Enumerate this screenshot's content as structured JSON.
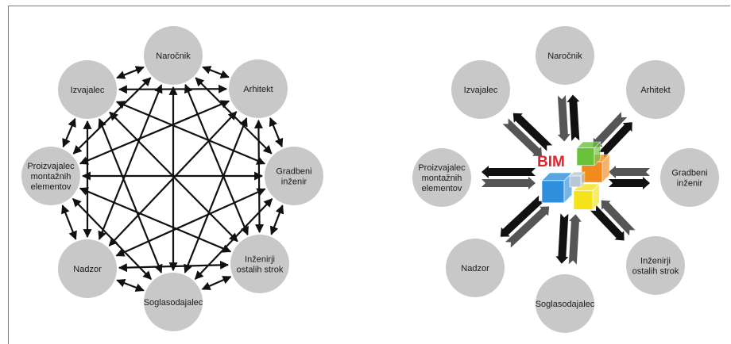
{
  "left_diagram": {
    "nodes": [
      {
        "id": "narocnik",
        "lines": [
          "Naročnik"
        ]
      },
      {
        "id": "arhitekt",
        "lines": [
          "Arhitekt"
        ]
      },
      {
        "id": "gradbeni",
        "lines": [
          "Gradbeni",
          "inženir"
        ]
      },
      {
        "id": "inzenirji",
        "lines": [
          "Inženirji",
          "ostalih strok"
        ]
      },
      {
        "id": "soglasodajalec",
        "lines": [
          "Soglasodajalec"
        ]
      },
      {
        "id": "nadzor",
        "lines": [
          "Nadzor"
        ]
      },
      {
        "id": "proizvajalec",
        "lines": [
          "Proizvajalec",
          "montažnih",
          "elementov"
        ]
      },
      {
        "id": "izvajalec",
        "lines": [
          "Izvajalec"
        ]
      }
    ]
  },
  "right_diagram": {
    "center_label": "BIM",
    "nodes": [
      {
        "id": "narocnik",
        "lines": [
          "Naročnik"
        ]
      },
      {
        "id": "arhitekt",
        "lines": [
          "Arhitekt"
        ]
      },
      {
        "id": "gradbeni",
        "lines": [
          "Gradbeni",
          "inženir"
        ]
      },
      {
        "id": "inzenirji",
        "lines": [
          "Inženirji",
          "ostalih strok"
        ]
      },
      {
        "id": "soglasodajalec",
        "lines": [
          "Soglasodajalec"
        ]
      },
      {
        "id": "nadzor",
        "lines": [
          "Nadzor"
        ]
      },
      {
        "id": "proizvajalec",
        "lines": [
          "Proizvajalec",
          "montažnih",
          "elementov"
        ]
      },
      {
        "id": "izvajalec",
        "lines": [
          "Izvajalec"
        ]
      }
    ]
  },
  "colors": {
    "node_fill": "#c8c8c8",
    "arrow_dark": "#111111",
    "arrow_gray": "#555555",
    "bim_red": "#e3242b",
    "cube_blue": "#2f8fdc",
    "cube_green": "#6ac23a",
    "cube_orange": "#f28a1c",
    "cube_yellow": "#f5e31c",
    "cube_gray": "#b8c7d6"
  }
}
